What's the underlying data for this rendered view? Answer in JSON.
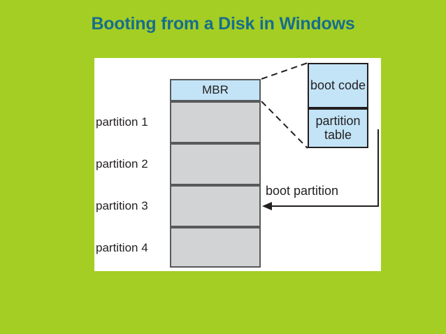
{
  "slide": {
    "title": "Booting from a Disk in Windows",
    "background_color": "#a4ce24",
    "title_color": "#176e8a",
    "panel_color": "#ffffff"
  },
  "diagram": {
    "mbr": {
      "label": "MBR",
      "fill_color": "#c3e4f7"
    },
    "partitions": [
      {
        "label": "partition 1",
        "fill_color": "#d2d3d5"
      },
      {
        "label": "partition 2",
        "fill_color": "#d2d3d5"
      },
      {
        "label": "partition 3",
        "fill_color": "#d2d3d5"
      },
      {
        "label": "partition 4",
        "fill_color": "#d2d3d5"
      }
    ],
    "mbr_detail": {
      "boot_code_label": "boot code",
      "partition_table_label": "partition table",
      "fill_color": "#c3e4f7"
    },
    "annotation": {
      "boot_partition_label": "boot partition",
      "arrow_target": "partition 3"
    }
  }
}
